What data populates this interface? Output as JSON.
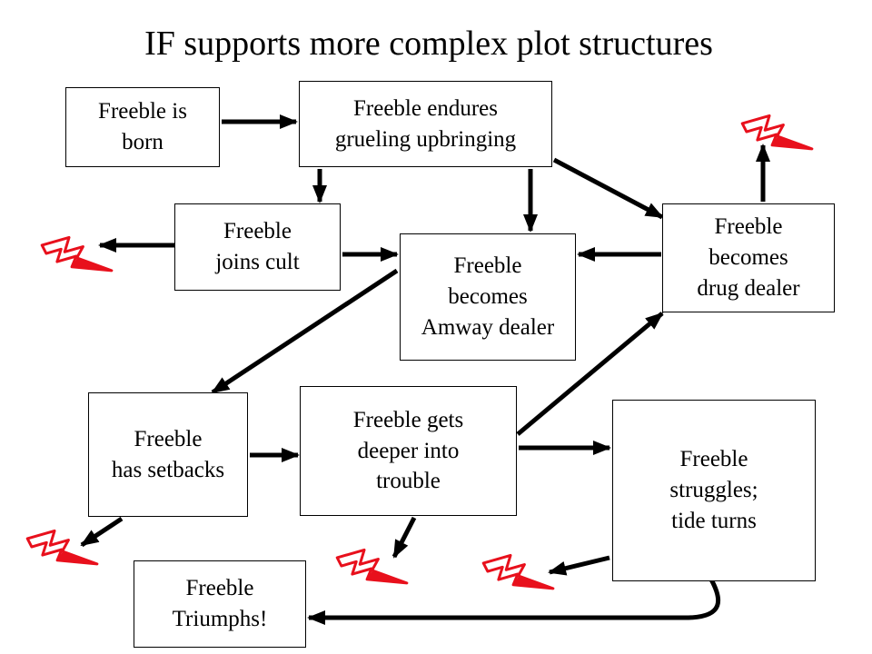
{
  "title": "IF supports more complex plot structures",
  "colors": {
    "line": "#000000",
    "bolt": "#e8101c",
    "background": "#ffffff"
  },
  "icons": {
    "failure": "lightning-bolt-icon"
  },
  "nodes": {
    "born": "Freeble is\nborn",
    "upbringing": "Freeble endures\ngrueling upbringing",
    "cult": "Freeble\njoins cult",
    "amway": "Freeble\nbecomes\nAmway dealer",
    "drug": "Freeble\nbecomes\ndrug dealer",
    "setbacks": "Freeble\nhas setbacks",
    "trouble": "Freeble gets\ndeeper into\ntrouble",
    "struggles": "Freeble\nstruggles;\ntide turns",
    "triumphs": "Freeble\nTriumphs!"
  },
  "edges": [
    [
      "born",
      "upbringing"
    ],
    [
      "upbringing",
      "cult"
    ],
    [
      "upbringing",
      "amway"
    ],
    [
      "upbringing",
      "drug"
    ],
    [
      "cult",
      "amway"
    ],
    [
      "drug",
      "amway"
    ],
    [
      "amway",
      "setbacks"
    ],
    [
      "setbacks",
      "trouble"
    ],
    [
      "trouble",
      "drug"
    ],
    [
      "trouble",
      "struggles"
    ],
    [
      "struggles",
      "triumphs"
    ]
  ],
  "failure_ends": [
    "drug",
    "cult",
    "setbacks",
    "trouble",
    "struggles"
  ]
}
